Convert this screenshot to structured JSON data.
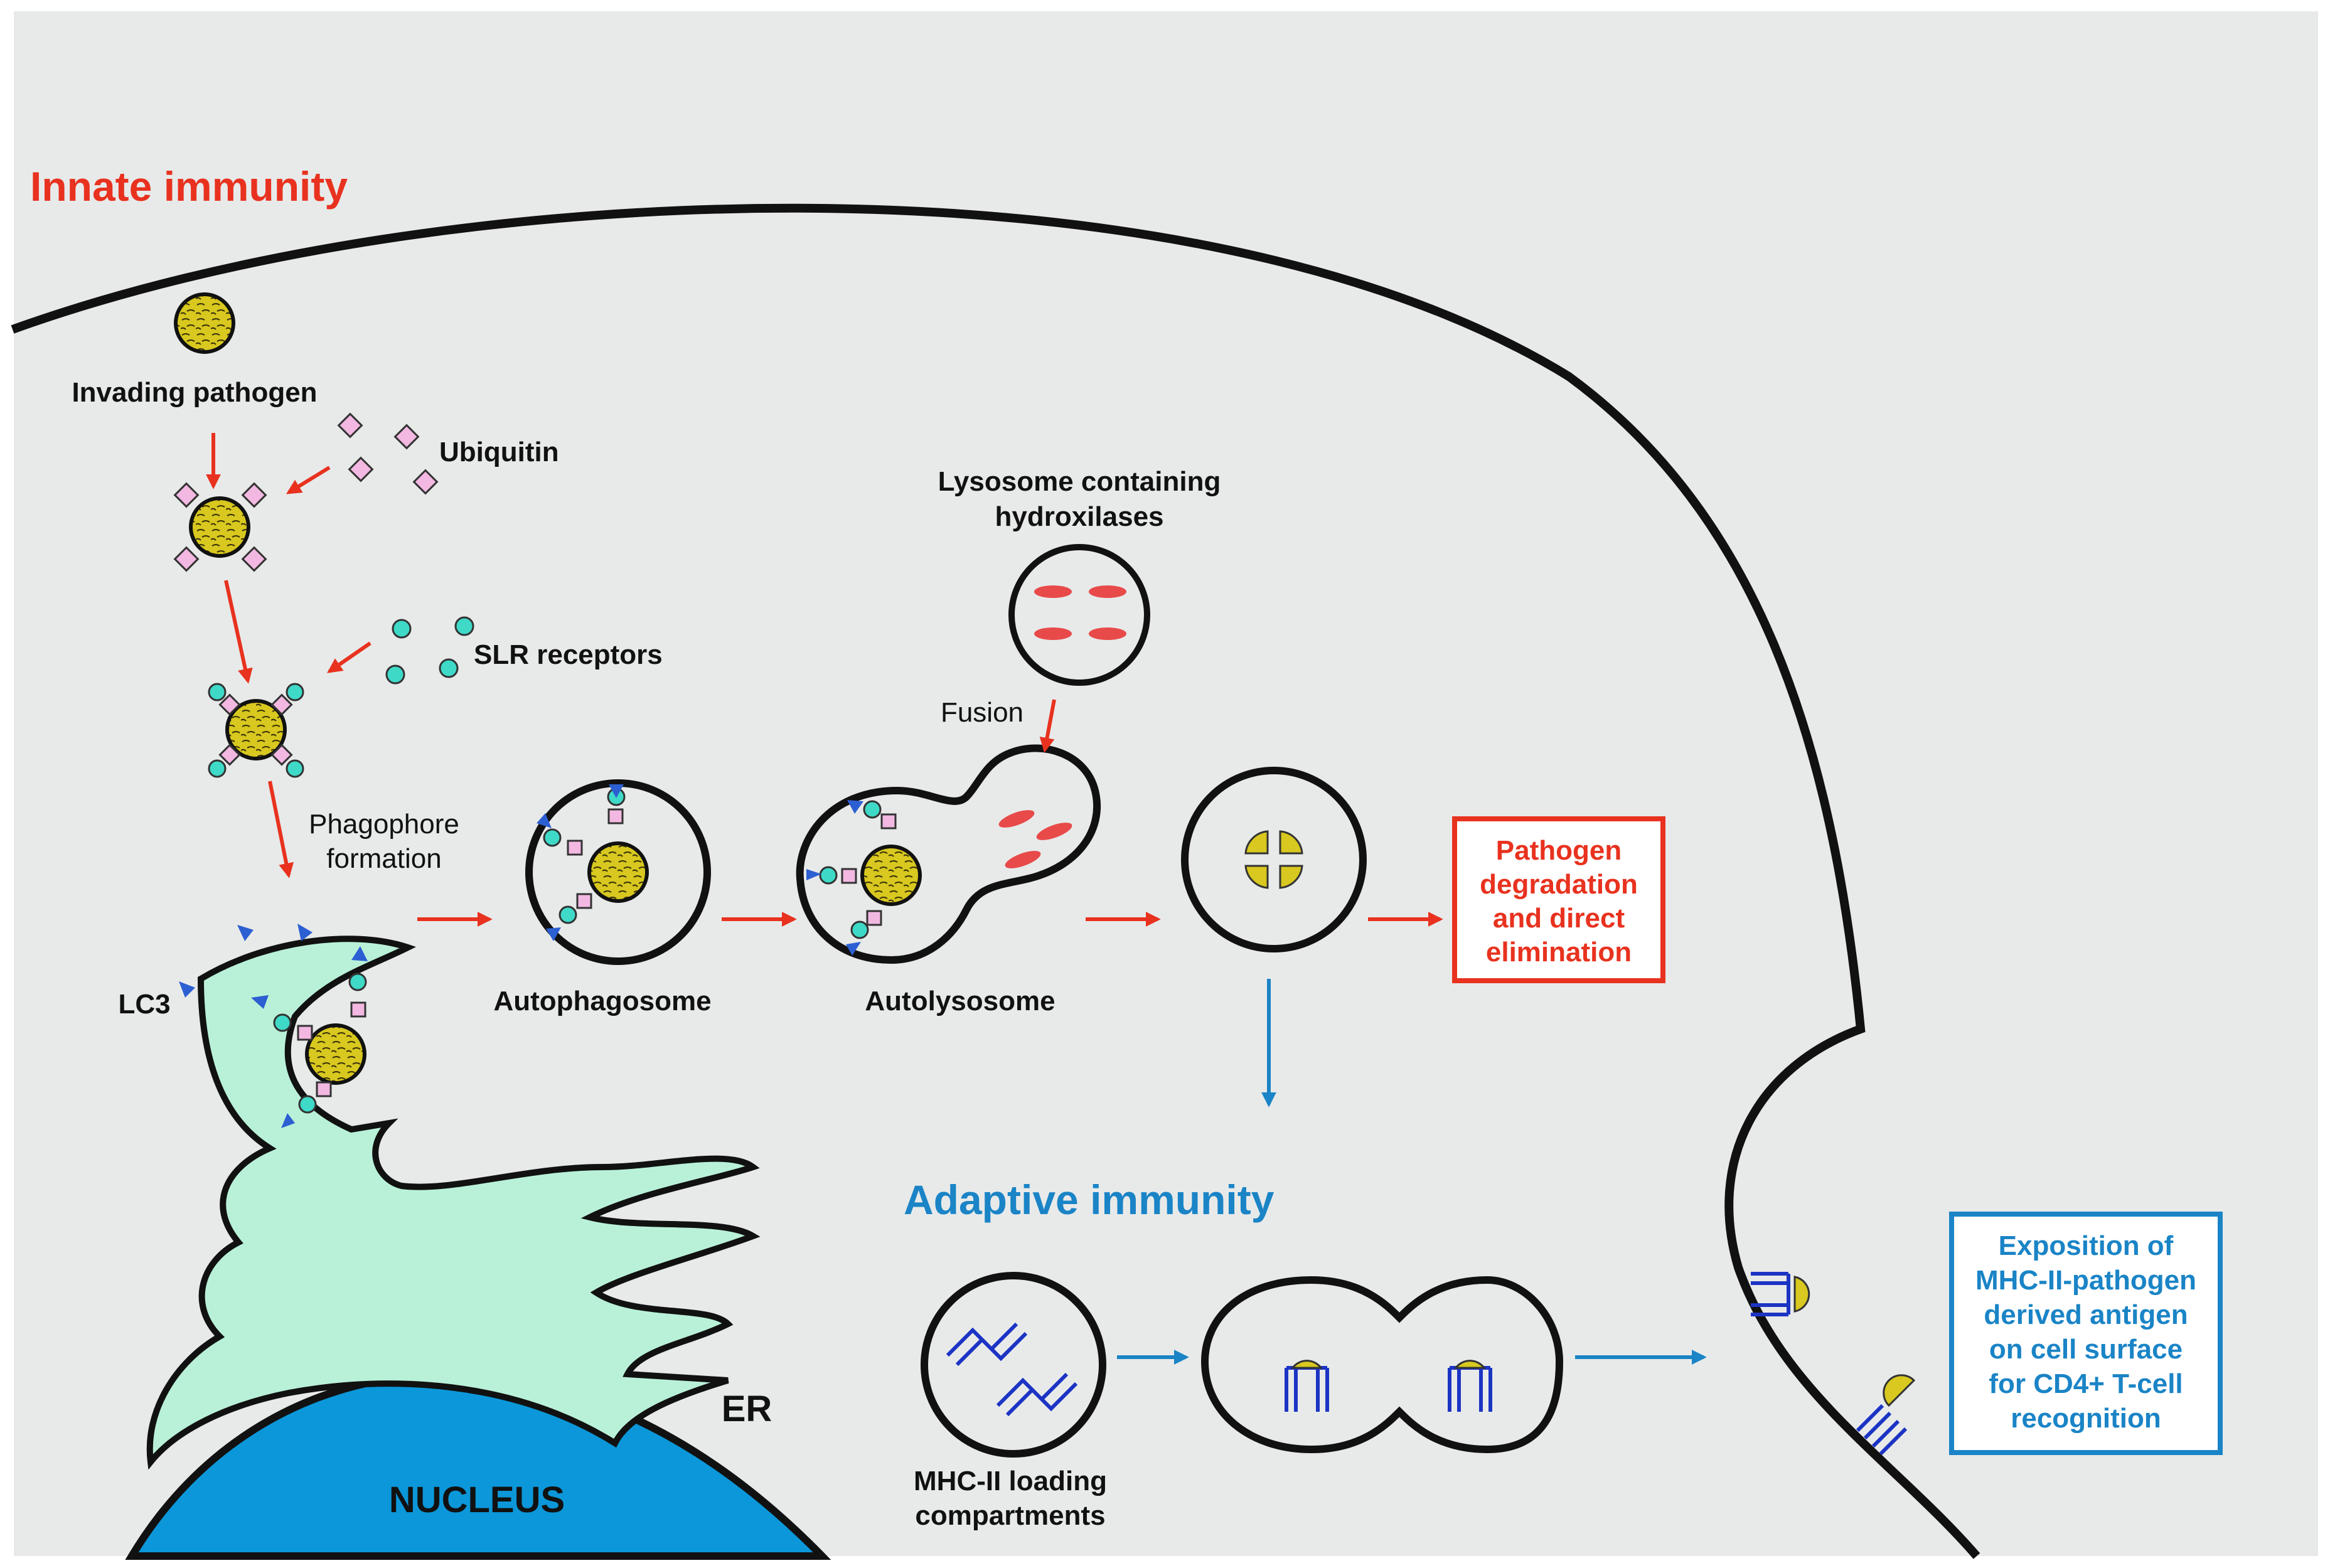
{
  "sections": {
    "innate": "Innate immunity",
    "adaptive": "Adaptive immunity"
  },
  "labels": {
    "invading_pathogen": "Invading pathogen",
    "ubiquitin": "Ubiquitin",
    "slr_receptors": "SLR receptors",
    "phagophore_formation_1": "Phagophore",
    "phagophore_formation_2": "formation",
    "lc3": "LC3",
    "autophagosome": "Autophagosome",
    "autolysosome": "Autolysosome",
    "lysosome_1": "Lysosome containing",
    "lysosome_2": "hydroxilases",
    "fusion": "Fusion",
    "er": "ER",
    "nucleus": "NUCLEUS",
    "mhc_loading_1": "MHC-II loading",
    "mhc_loading_2": "compartments"
  },
  "outcome_innate": {
    "lines": [
      "Pathogen",
      "degradation",
      "and direct",
      "elimination"
    ]
  },
  "outcome_adaptive": {
    "lines": [
      "Exposition of",
      "MHC-II-pathogen",
      "derived antigen",
      "on cell surface",
      "for CD4+ T-cell",
      "recognition"
    ]
  },
  "colors": {
    "innate_accent": "#e8321f",
    "adaptive_accent": "#1a84c6",
    "background": "#e8eaea",
    "pathogen": "#d8c81f",
    "ubiquitin": "#f2b8e2",
    "slr": "#3fd9c8",
    "lc3": "#2c5fd2",
    "er": "#b9f1d8",
    "nucleus": "#0b97d9",
    "lysosome_enzyme": "#e84a4a",
    "mhc": "#1c34c4"
  }
}
